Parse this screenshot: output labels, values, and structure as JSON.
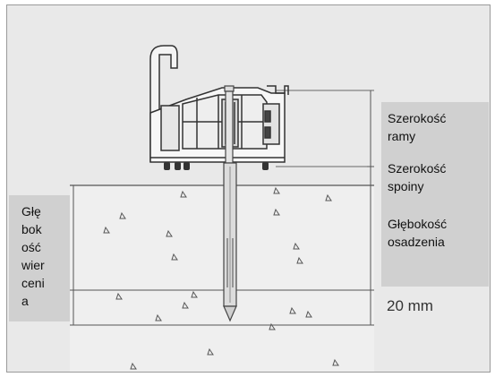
{
  "labels": {
    "frame_width": "Szerokość ramy",
    "frame_width_lines": [
      "Szerokość",
      "ramy"
    ],
    "joint_width_lines": [
      "Szerokość",
      "spoiny"
    ],
    "embed_depth_lines": [
      "Głębokość",
      "osadzenia"
    ],
    "drill_depth_lines": [
      "Głę",
      "bok",
      "ość",
      "wier",
      "ceni",
      "a"
    ],
    "extra_depth": "20 mm"
  },
  "colors": {
    "background": "#e9e9e9",
    "label_box": "#d0d0d0",
    "line": "#555555",
    "concrete": "#ececec"
  },
  "icons": {
    "anchor": "frame-anchor-screw",
    "profile": "window-frame-profile"
  }
}
